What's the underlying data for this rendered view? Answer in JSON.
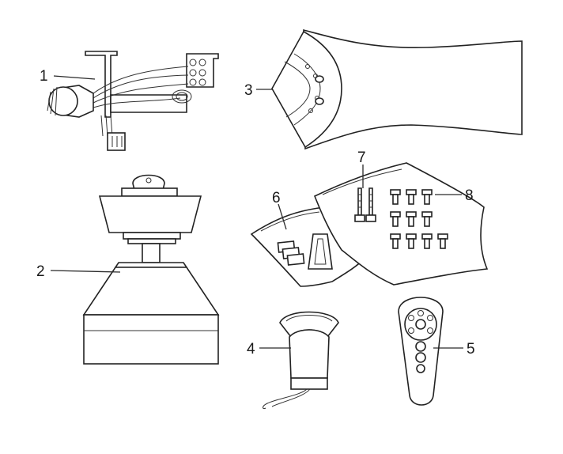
{
  "parts": [
    {
      "number": "1",
      "part": "mounting-bracket-with-wiring"
    },
    {
      "number": "2",
      "part": "fan-motor-housing"
    },
    {
      "number": "3",
      "part": "fan-blade"
    },
    {
      "number": "4",
      "part": "receiver"
    },
    {
      "number": "5",
      "part": "remote-control"
    },
    {
      "number": "6",
      "part": "balancing-kit-bag"
    },
    {
      "number": "7",
      "part": "screws-bag"
    },
    {
      "number": "8",
      "part": "hardware-bag"
    }
  ],
  "colors": {
    "stroke": "#222222",
    "background": "#ffffff",
    "shading": "#dddddd"
  }
}
